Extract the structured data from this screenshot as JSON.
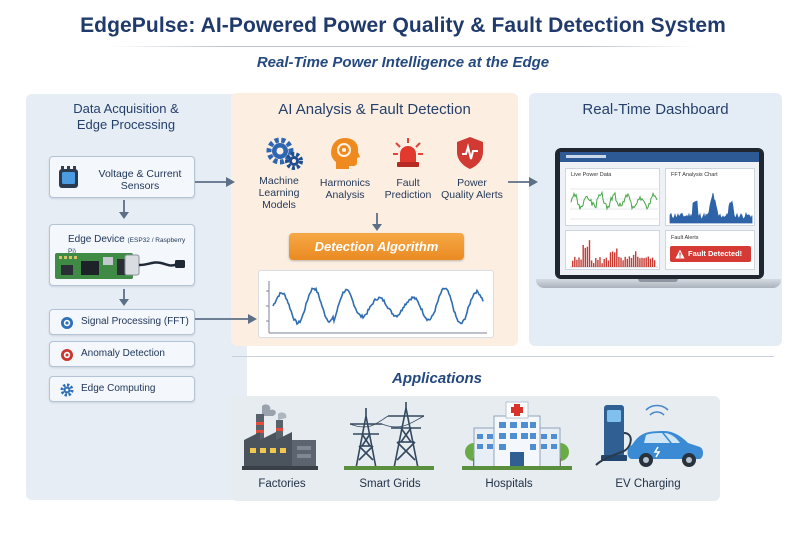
{
  "header": {
    "title": "EdgePulse: AI-Powered Power Quality & Fault Detection System",
    "subtitle": "Real-Time Power Intelligence at the Edge"
  },
  "left_panel": {
    "title_line1": "Data Acquisition &",
    "title_line2": "Edge Processing",
    "sensor_line1": "Voltage & Current",
    "sensor_line2": "Sensors",
    "edge_device_label": "Edge Device",
    "edge_device_note": "(ESP32 / Raspberry Pi)",
    "signal_processing": "Signal Processing (FFT)",
    "anomaly_detection": "Anomaly Detection",
    "edge_computing": "Edge Computing"
  },
  "mid_panel": {
    "title": "AI Analysis & Fault Detection",
    "ml_line1": "Machine",
    "ml_line2": "Learning",
    "ml_line3": "Models",
    "harm_line1": "Harmonics",
    "harm_line2": "Analysis",
    "fault_line1": "Fault",
    "fault_line2": "Prediction",
    "alerts_line1": "Power",
    "alerts_line2": "Quality Alerts",
    "algorithm_button": "Detection Algorithm"
  },
  "right_panel": {
    "title": "Real-Time Dashboard",
    "live_power_title": "Live Power Data",
    "fft_title": "FFT Analysis Chart",
    "fault_alerts_title": "Fault Alerts",
    "fault_detected": "Fault Detected!"
  },
  "applications": {
    "title": "Applications",
    "factories": "Factories",
    "smart_grids": "Smart Grids",
    "hospitals": "Hospitals",
    "ev_charging": "EV Charging"
  },
  "colors": {
    "title_blue": "#1f3a6b",
    "accent_orange": "#ee8f25",
    "alert_red": "#d63a35",
    "chart_green": "#49a64a",
    "chart_blue": "#2e63a8",
    "chart_red": "#c73b33"
  }
}
